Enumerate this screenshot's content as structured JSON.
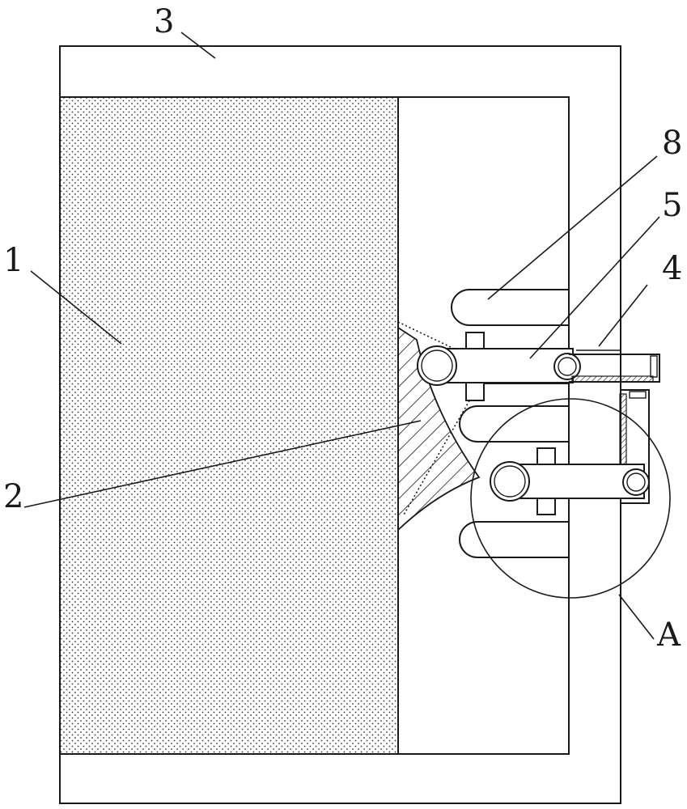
{
  "figure": {
    "labels": {
      "part_1": "1",
      "part_2": "2",
      "part_3": "3",
      "part_4": "4",
      "part_5": "5",
      "part_8": "8",
      "detail_a": "A"
    }
  }
}
